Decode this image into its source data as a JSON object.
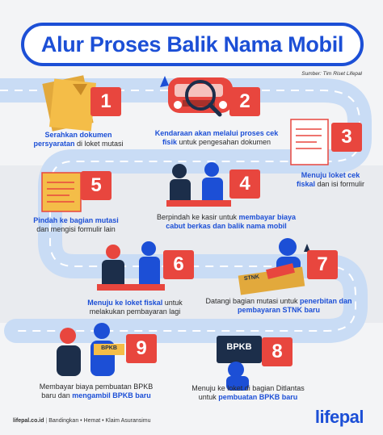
{
  "title": "Alur Proses Balik Nama Mobil",
  "source": "Sumber: Tim Riset Lifepal",
  "steps": [
    {
      "number": "1",
      "pre": "",
      "strong": "Serahkan dokumen persyaratan",
      "post": " di loket mutasi"
    },
    {
      "number": "2",
      "pre": "",
      "strong": "Kendaraan akan melalui proses cek fisik",
      "post": " untuk pengesahan dokumen"
    },
    {
      "number": "3",
      "pre": "",
      "strong": "Menuju loket cek fiskal",
      "post": " dan isi formulir"
    },
    {
      "number": "4",
      "pre": "Berpindah ke kasir untuk ",
      "strong": "membayar biaya cabut berkas dan balik nama mobil",
      "post": ""
    },
    {
      "number": "5",
      "pre": "",
      "strong": "Pindah ke bagian mutasi",
      "post": " dan mengisi formulir lain"
    },
    {
      "number": "6",
      "pre": "",
      "strong": "Menuju ke loket fiskal",
      "post": " untuk melakukan pembayaran lagi"
    },
    {
      "number": "7",
      "pre": "Datangi bagian mutasi untuk ",
      "strong": "penerbitan dan pembayaran STNK baru",
      "post": ""
    },
    {
      "number": "8",
      "pre": "Menuju ke loket di bagian Ditlantas untuk ",
      "strong": "pembuatan BPKB baru",
      "post": ""
    },
    {
      "number": "9",
      "pre": "Membayar biaya pembuatan BPKB baru dan ",
      "strong": "mengambil BPKB baru",
      "post": ""
    }
  ],
  "labels": {
    "stnk": "STNK",
    "bpkb_card": "BPKB",
    "bpkb_book": "BPKB"
  },
  "footer": {
    "site": "lifepal.co.id",
    "tags": "Bandingkan • Hemat • Klaim Asuransimu",
    "logo": "lifepal"
  },
  "colors": {
    "brand_blue": "#1c4fd6",
    "red": "#e8463e",
    "road": "#cfe0f7",
    "background": "#f3f4f6"
  }
}
